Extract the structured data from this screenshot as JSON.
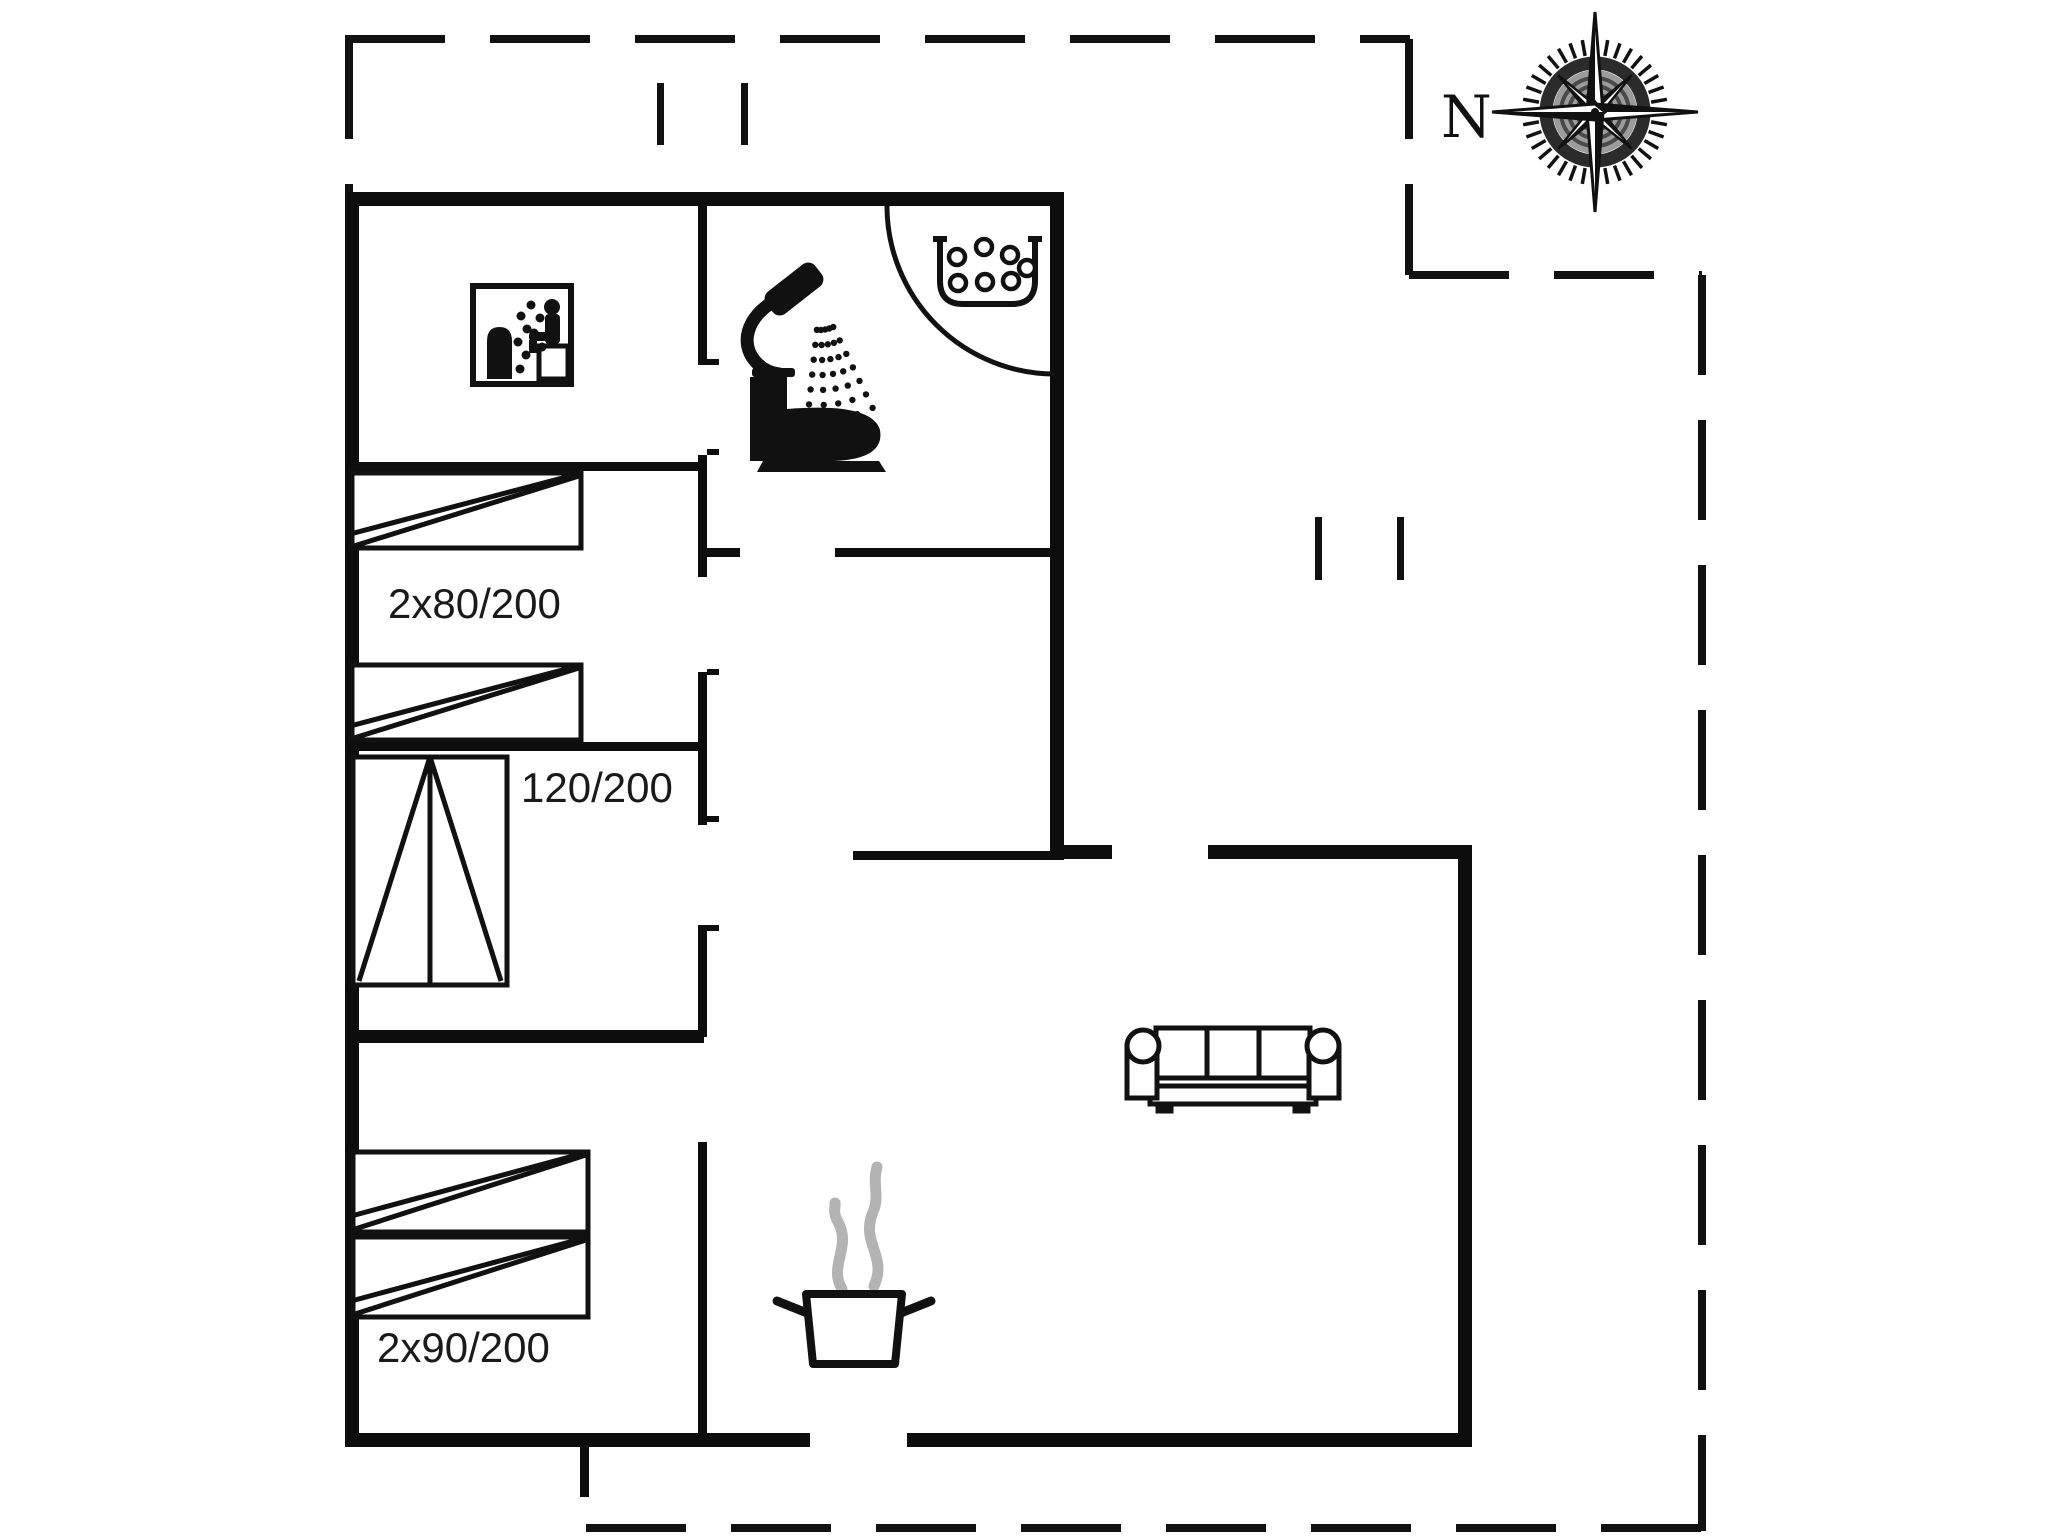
{
  "page": {
    "kind": "holiday-home-floor-plan",
    "background": "#ffffff"
  },
  "colors": {
    "wall": "#0d0d0d",
    "outline": "#1a1a1a",
    "text": "#1a1a1a",
    "steam": "#b3b3b3",
    "compass_disc": "#9c9c9c",
    "compass_band": "#2b2b2b"
  },
  "compass": {
    "north_label": "N"
  },
  "labels": {
    "bed_bunk": "2x80/200",
    "bed_middle": "120/200",
    "bed_double": "2x90/200"
  },
  "icons": {
    "compass_rose": "compass-rose-icon",
    "sauna": "sauna-icon",
    "shower": "shower-icon",
    "toilet": "toilet-icon",
    "washbasin": "washbasin-icon",
    "wardrobe": "wardrobe-icon",
    "sofa": "sofa-icon",
    "cooking_pot": "cooking-pot-icon"
  }
}
